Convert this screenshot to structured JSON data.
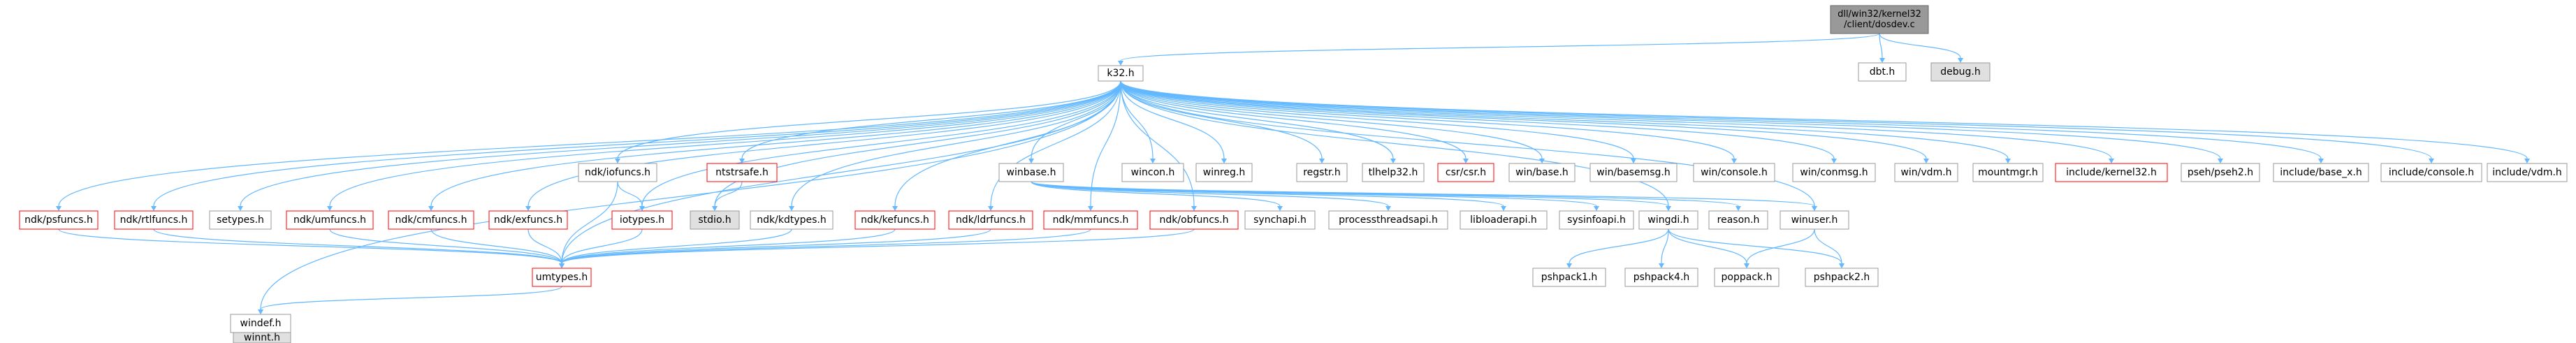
{
  "palette": {
    "edge": "#63b8ff",
    "root_fill": "#999999",
    "root_border": "#666666",
    "normal_fill": "#ffffff",
    "normal_border": "#999999",
    "missing_fill": "#e0e0e0",
    "missing_border": "#999999",
    "linked_border": "#ff0000",
    "text": "#000000"
  },
  "nodes": [
    {
      "id": "root",
      "lines": [
        "dll/win32/kernel32",
        "/client/dosdev.c"
      ],
      "kind": "root"
    },
    {
      "id": "k32",
      "lines": [
        "k32.h"
      ],
      "kind": "normal"
    },
    {
      "id": "dbt",
      "lines": [
        "dbt.h"
      ],
      "kind": "normal"
    },
    {
      "id": "debug",
      "lines": [
        "debug.h"
      ],
      "kind": "missing"
    },
    {
      "id": "ndkpsfuncs",
      "lines": [
        "ndk/psfuncs.h"
      ],
      "kind": "linked"
    },
    {
      "id": "ndkrtlfuncs",
      "lines": [
        "ndk/rtlfuncs.h"
      ],
      "kind": "linked"
    },
    {
      "id": "setypes",
      "lines": [
        "setypes.h"
      ],
      "kind": "normal"
    },
    {
      "id": "ndkumfuncs",
      "lines": [
        "ndk/umfuncs.h"
      ],
      "kind": "linked"
    },
    {
      "id": "ndkcmfuncs",
      "lines": [
        "ndk/cmfuncs.h"
      ],
      "kind": "linked"
    },
    {
      "id": "ndkexfuncs",
      "lines": [
        "ndk/exfuncs.h"
      ],
      "kind": "linked"
    },
    {
      "id": "ndkiofuncs",
      "lines": [
        "ndk/iofuncs.h"
      ],
      "kind": "normal"
    },
    {
      "id": "iotypes",
      "lines": [
        "iotypes.h"
      ],
      "kind": "linked"
    },
    {
      "id": "ntstrsafe",
      "lines": [
        "ntstrsafe.h"
      ],
      "kind": "linked"
    },
    {
      "id": "stdio",
      "lines": [
        "stdio.h"
      ],
      "kind": "missing"
    },
    {
      "id": "ndkkdtypes",
      "lines": [
        "ndk/kdtypes.h"
      ],
      "kind": "normal"
    },
    {
      "id": "ndkkefuncs",
      "lines": [
        "ndk/kefuncs.h"
      ],
      "kind": "linked"
    },
    {
      "id": "ndkldrfuncs",
      "lines": [
        "ndk/ldrfuncs.h"
      ],
      "kind": "linked"
    },
    {
      "id": "ndkmmfuncs",
      "lines": [
        "ndk/mmfuncs.h"
      ],
      "kind": "linked"
    },
    {
      "id": "ndkobfuncs",
      "lines": [
        "ndk/obfuncs.h"
      ],
      "kind": "linked"
    },
    {
      "id": "umtypes",
      "lines": [
        "umtypes.h"
      ],
      "kind": "linked"
    },
    {
      "id": "winbase",
      "lines": [
        "winbase.h"
      ],
      "kind": "normal"
    },
    {
      "id": "wincon",
      "lines": [
        "wincon.h"
      ],
      "kind": "normal"
    },
    {
      "id": "winreg",
      "lines": [
        "winreg.h"
      ],
      "kind": "normal"
    },
    {
      "id": "regstr",
      "lines": [
        "regstr.h"
      ],
      "kind": "normal"
    },
    {
      "id": "tlhelp32",
      "lines": [
        "tlhelp32.h"
      ],
      "kind": "normal"
    },
    {
      "id": "csrcsr",
      "lines": [
        "csr/csr.h"
      ],
      "kind": "linked"
    },
    {
      "id": "winbasei",
      "lines": [
        "win/base.h"
      ],
      "kind": "normal"
    },
    {
      "id": "winbasemsg",
      "lines": [
        "win/basemsg.h"
      ],
      "kind": "normal"
    },
    {
      "id": "winconsole",
      "lines": [
        "win/console.h"
      ],
      "kind": "normal"
    },
    {
      "id": "winconmsg",
      "lines": [
        "win/conmsg.h"
      ],
      "kind": "normal"
    },
    {
      "id": "winvdm",
      "lines": [
        "win/vdm.h"
      ],
      "kind": "normal"
    },
    {
      "id": "mountmgr",
      "lines": [
        "mountmgr.h"
      ],
      "kind": "normal"
    },
    {
      "id": "inckernel32",
      "lines": [
        "include/kernel32.h"
      ],
      "kind": "linked"
    },
    {
      "id": "psehpseh2",
      "lines": [
        "pseh/pseh2.h"
      ],
      "kind": "normal"
    },
    {
      "id": "incbasex",
      "lines": [
        "include/base_x.h"
      ],
      "kind": "normal"
    },
    {
      "id": "incconsole",
      "lines": [
        "include/console.h"
      ],
      "kind": "normal"
    },
    {
      "id": "incvdm",
      "lines": [
        "include/vdm.h"
      ],
      "kind": "normal"
    },
    {
      "id": "synchapi",
      "lines": [
        "synchapi.h"
      ],
      "kind": "normal"
    },
    {
      "id": "procthreads",
      "lines": [
        "processthreadsapi.h"
      ],
      "kind": "normal"
    },
    {
      "id": "libloader",
      "lines": [
        "libloaderapi.h"
      ],
      "kind": "normal"
    },
    {
      "id": "sysinfo",
      "lines": [
        "sysinfoapi.h"
      ],
      "kind": "normal"
    },
    {
      "id": "wingdi",
      "lines": [
        "wingdi.h"
      ],
      "kind": "normal"
    },
    {
      "id": "reason",
      "lines": [
        "reason.h"
      ],
      "kind": "normal"
    },
    {
      "id": "winuser",
      "lines": [
        "winuser.h"
      ],
      "kind": "normal"
    },
    {
      "id": "pshpack1",
      "lines": [
        "pshpack1.h"
      ],
      "kind": "normal"
    },
    {
      "id": "pshpack4",
      "lines": [
        "pshpack4.h"
      ],
      "kind": "normal"
    },
    {
      "id": "poppack",
      "lines": [
        "poppack.h"
      ],
      "kind": "normal"
    },
    {
      "id": "pshpack2",
      "lines": [
        "pshpack2.h"
      ],
      "kind": "normal"
    },
    {
      "id": "windef",
      "lines": [
        "windef.h"
      ],
      "kind": "normal"
    },
    {
      "id": "winnt",
      "lines": [
        "winnt.h"
      ],
      "kind": "missing"
    }
  ],
  "edges": [
    [
      "root",
      "k32"
    ],
    [
      "root",
      "dbt"
    ],
    [
      "root",
      "debug"
    ],
    [
      "k32",
      "ndkpsfuncs"
    ],
    [
      "k32",
      "ndkrtlfuncs"
    ],
    [
      "k32",
      "setypes"
    ],
    [
      "k32",
      "ndkumfuncs"
    ],
    [
      "k32",
      "ndkcmfuncs"
    ],
    [
      "k32",
      "ndkexfuncs"
    ],
    [
      "k32",
      "ndkiofuncs"
    ],
    [
      "k32",
      "iotypes"
    ],
    [
      "k32",
      "ntstrsafe"
    ],
    [
      "k32",
      "stdio"
    ],
    [
      "k32",
      "ndkkdtypes"
    ],
    [
      "k32",
      "ndkkefuncs"
    ],
    [
      "k32",
      "ndkldrfuncs"
    ],
    [
      "k32",
      "ndkmmfuncs"
    ],
    [
      "k32",
      "ndkobfuncs"
    ],
    [
      "k32",
      "umtypes"
    ],
    [
      "k32",
      "winbase"
    ],
    [
      "k32",
      "wincon"
    ],
    [
      "k32",
      "winreg"
    ],
    [
      "k32",
      "regstr"
    ],
    [
      "k32",
      "tlhelp32"
    ],
    [
      "k32",
      "csrcsr"
    ],
    [
      "k32",
      "winbasei"
    ],
    [
      "k32",
      "winbasemsg"
    ],
    [
      "k32",
      "winconsole"
    ],
    [
      "k32",
      "winconmsg"
    ],
    [
      "k32",
      "winvdm"
    ],
    [
      "k32",
      "mountmgr"
    ],
    [
      "k32",
      "inckernel32"
    ],
    [
      "k32",
      "psehpseh2"
    ],
    [
      "k32",
      "incbasex"
    ],
    [
      "k32",
      "incconsole"
    ],
    [
      "k32",
      "incvdm"
    ],
    [
      "k32",
      "windef"
    ],
    [
      "k32",
      "winuser"
    ],
    [
      "k32",
      "wingdi"
    ],
    [
      "ndkpsfuncs",
      "umtypes"
    ],
    [
      "ndkrtlfuncs",
      "umtypes"
    ],
    [
      "ndkumfuncs",
      "umtypes"
    ],
    [
      "ndkcmfuncs",
      "umtypes"
    ],
    [
      "ndkexfuncs",
      "umtypes"
    ],
    [
      "ndkiofuncs",
      "iotypes"
    ],
    [
      "ndkiofuncs",
      "umtypes"
    ],
    [
      "iotypes",
      "umtypes"
    ],
    [
      "ntstrsafe",
      "stdio"
    ],
    [
      "ndkkdtypes",
      "umtypes"
    ],
    [
      "ndkkefuncs",
      "umtypes"
    ],
    [
      "ndkldrfuncs",
      "umtypes"
    ],
    [
      "ndkmmfuncs",
      "umtypes"
    ],
    [
      "ndkobfuncs",
      "umtypes"
    ],
    [
      "umtypes",
      "windef"
    ],
    [
      "winbase",
      "synchapi"
    ],
    [
      "winbase",
      "procthreads"
    ],
    [
      "winbase",
      "libloader"
    ],
    [
      "winbase",
      "sysinfo"
    ],
    [
      "winbase",
      "wingdi"
    ],
    [
      "winbase",
      "reason"
    ],
    [
      "winbase",
      "winuser"
    ],
    [
      "wingdi",
      "pshpack1"
    ],
    [
      "wingdi",
      "pshpack4"
    ],
    [
      "wingdi",
      "poppack"
    ],
    [
      "wingdi",
      "pshpack2"
    ],
    [
      "winuser",
      "pshpack2"
    ],
    [
      "winuser",
      "poppack"
    ],
    [
      "windef",
      "winnt"
    ]
  ]
}
